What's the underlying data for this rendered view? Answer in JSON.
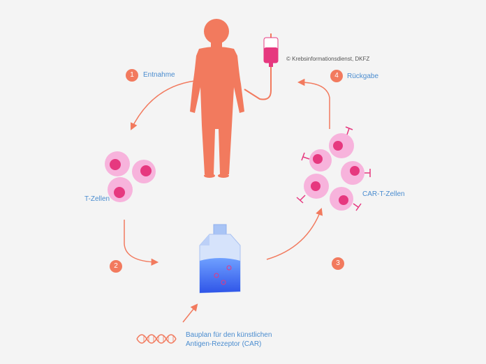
{
  "copyright": "© Krebsinformationsdienst, DKFZ",
  "steps": [
    {
      "number": "1",
      "label": "Entnahme"
    },
    {
      "number": "2",
      "label": ""
    },
    {
      "number": "3",
      "label": ""
    },
    {
      "number": "4",
      "label": "Rückgabe"
    }
  ],
  "labels": {
    "t_cells": "T-Zellen",
    "car_t_cells": "CAR-T-Zellen",
    "blueprint_line1": "Bauplan für den künstlichen",
    "blueprint_line2": "Antigen-Rezeptor (CAR)"
  },
  "colors": {
    "accent": "#f27a5e",
    "label_blue": "#4a8ccf",
    "cell_pink": "#f7b3dc",
    "nucleus": "#e6387f",
    "flask_blue": "#3a6ff0"
  }
}
